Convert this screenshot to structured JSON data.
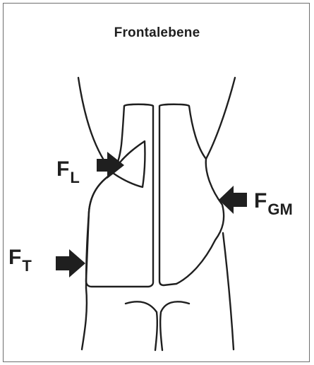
{
  "title": "Frontalebene",
  "forces": {
    "fl": {
      "main": "F",
      "sub": "L"
    },
    "ft": {
      "main": "F",
      "sub": "T"
    },
    "fgm": {
      "main": "F",
      "sub": "GM"
    }
  }
}
